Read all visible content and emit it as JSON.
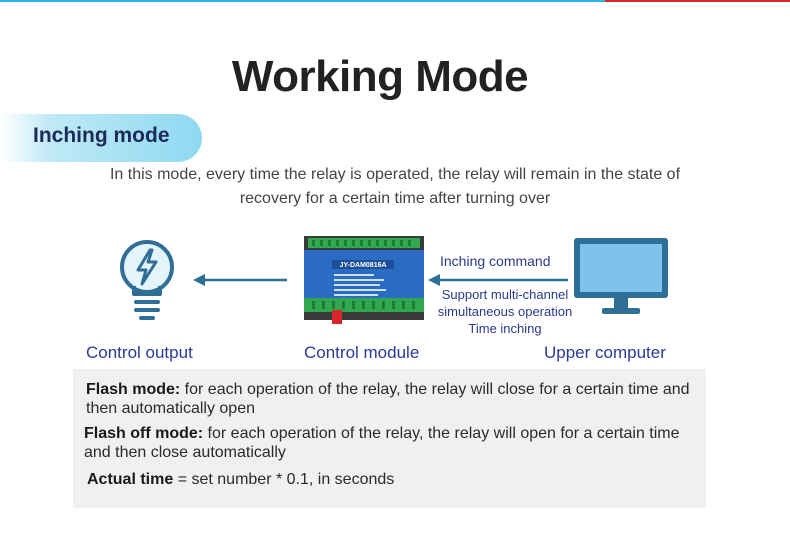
{
  "title": "Working Mode",
  "mode_tab": "Inching mode",
  "description": "In this mode, every time the relay is operated, the relay will remain in the state of recovery for a certain time after turning over",
  "diagram": {
    "module_label": "JY-DAM0816A",
    "inching_command": "Inching command",
    "support_lines": [
      "Support multi-channel",
      "simultaneous operation",
      "Time inching"
    ],
    "captions": {
      "control_output": "Control output",
      "control_module": "Control module",
      "upper_computer": "Upper computer"
    },
    "icons": [
      "lightning-bulb-icon",
      "arrow-left-icon",
      "relay-module",
      "monitor-icon"
    ]
  },
  "info": {
    "flash_mode_label": "Flash mode:",
    "flash_mode_text": " for each operation of the relay, the relay will close for a certain time and then automatically open",
    "flash_off_label": "Flash off mode:",
    "flash_off_text": " for each operation of the relay, the relay will open for a certain time and then close automatically",
    "actual_time_label": "Actual time",
    "actual_time_text": " = set number * 0.1, in seconds"
  },
  "colors": {
    "accent_cyan": "#29b6e6",
    "accent_red": "#d9262b",
    "navy_text": "#2b3a8c",
    "bulb_blue": "#2f6f96",
    "module_blue": "#2a6cc4",
    "terminal_green": "#2fa84f"
  }
}
